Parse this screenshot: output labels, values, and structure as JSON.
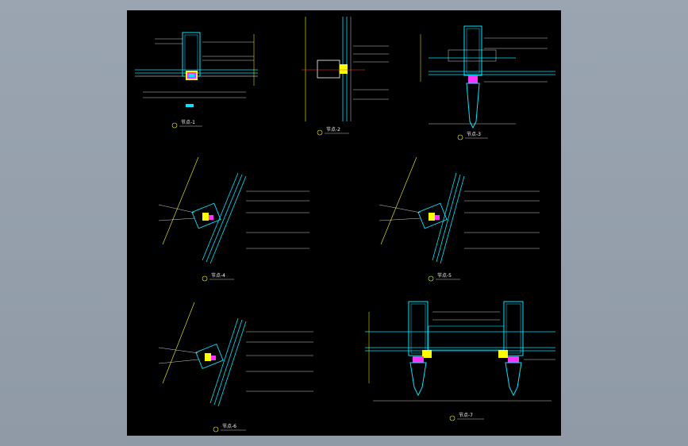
{
  "drawing": {
    "titles": [
      {
        "id": 1,
        "text": "节点-1"
      },
      {
        "id": 2,
        "text": "节点-2"
      },
      {
        "id": 3,
        "text": "节点-3"
      },
      {
        "id": 4,
        "text": "节点-4"
      },
      {
        "id": 5,
        "text": "节点-5"
      },
      {
        "id": 6,
        "text": "节点-6"
      },
      {
        "id": 7,
        "text": "节点-7"
      }
    ]
  },
  "colors": {
    "frame": "#000000",
    "cyan": "#00e5ff",
    "yellow": "#ffff00",
    "magenta": "#ff33ff",
    "white": "#ffffff",
    "red": "#ff3030",
    "green": "#33ff33"
  }
}
